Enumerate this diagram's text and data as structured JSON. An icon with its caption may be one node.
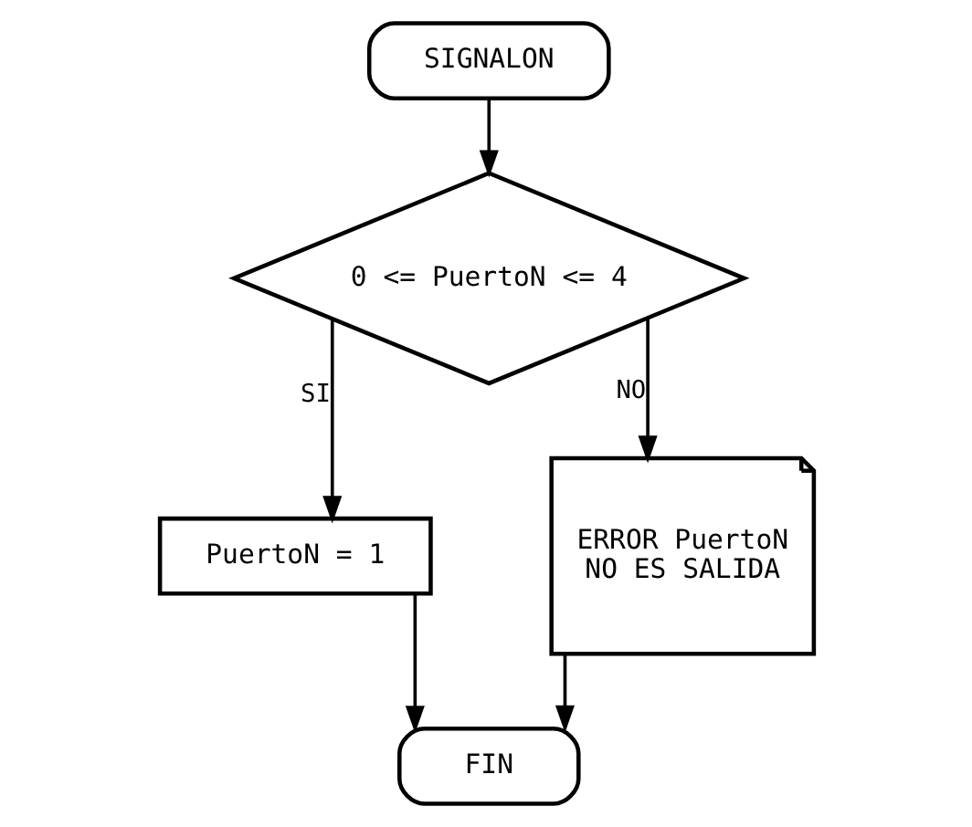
{
  "diagram": {
    "nodes": [
      {
        "text": [
          "SIGNALON"
        ]
      },
      {
        "text": [
          "0 <= PuertoN <= 4"
        ]
      },
      {
        "text": [
          "PuertoN = 1"
        ]
      },
      {
        "text": [
          "ERROR PuertoN NO ES SALIDA"
        ]
      },
      {
        "text": [
          "FIN"
        ]
      }
    ],
    "edges": [
      {
        "from": 0,
        "to": 1,
        "arrow": "to"
      },
      {
        "from": 1,
        "to": 2,
        "arrow": "to",
        "label": "SI"
      },
      {
        "from": 1,
        "to": 3,
        "arrow": "to",
        "label": "NO"
      },
      {
        "from": 2,
        "to": 4,
        "arrow": "to"
      },
      {
        "from": 3,
        "to": 4,
        "arrow": "to"
      }
    ]
  }
}
